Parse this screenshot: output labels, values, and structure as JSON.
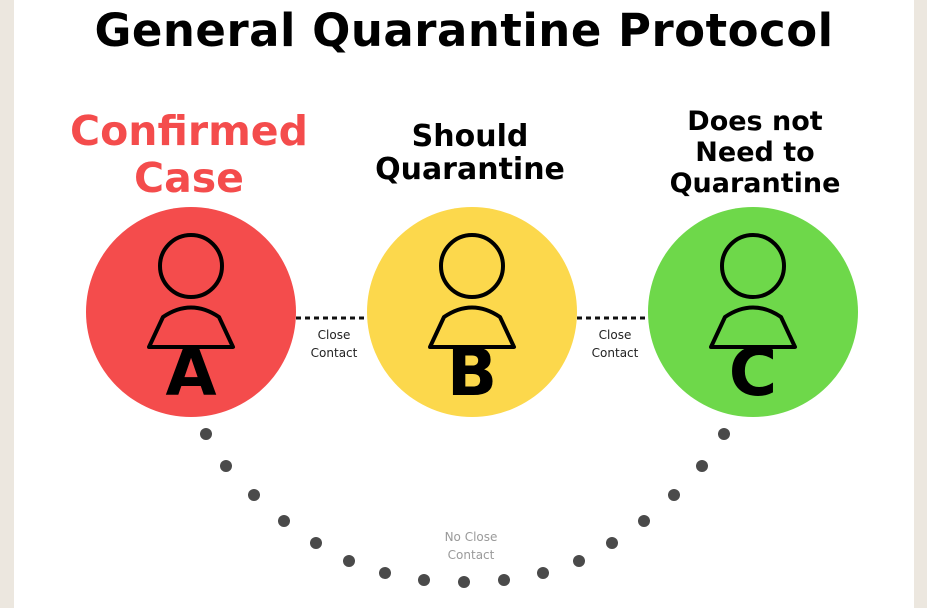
{
  "title": "General Quarantine Protocol",
  "people": [
    {
      "letter": "A",
      "status_lines": [
        "Confirmed",
        "Case"
      ],
      "color": "#f44c4c"
    },
    {
      "letter": "B",
      "status_lines": [
        "Should",
        "Quarantine"
      ],
      "color": "#fcd84c"
    },
    {
      "letter": "C",
      "status_lines": [
        "Does not",
        "Need to",
        "Quarantine"
      ],
      "color": "#6ed84a"
    }
  ],
  "status_color_a": "#f44c4c",
  "edges": {
    "ab": [
      "Close",
      "Contact"
    ],
    "bc": [
      "Close",
      "Contact"
    ],
    "ac": [
      "No Close",
      "Contact"
    ]
  }
}
